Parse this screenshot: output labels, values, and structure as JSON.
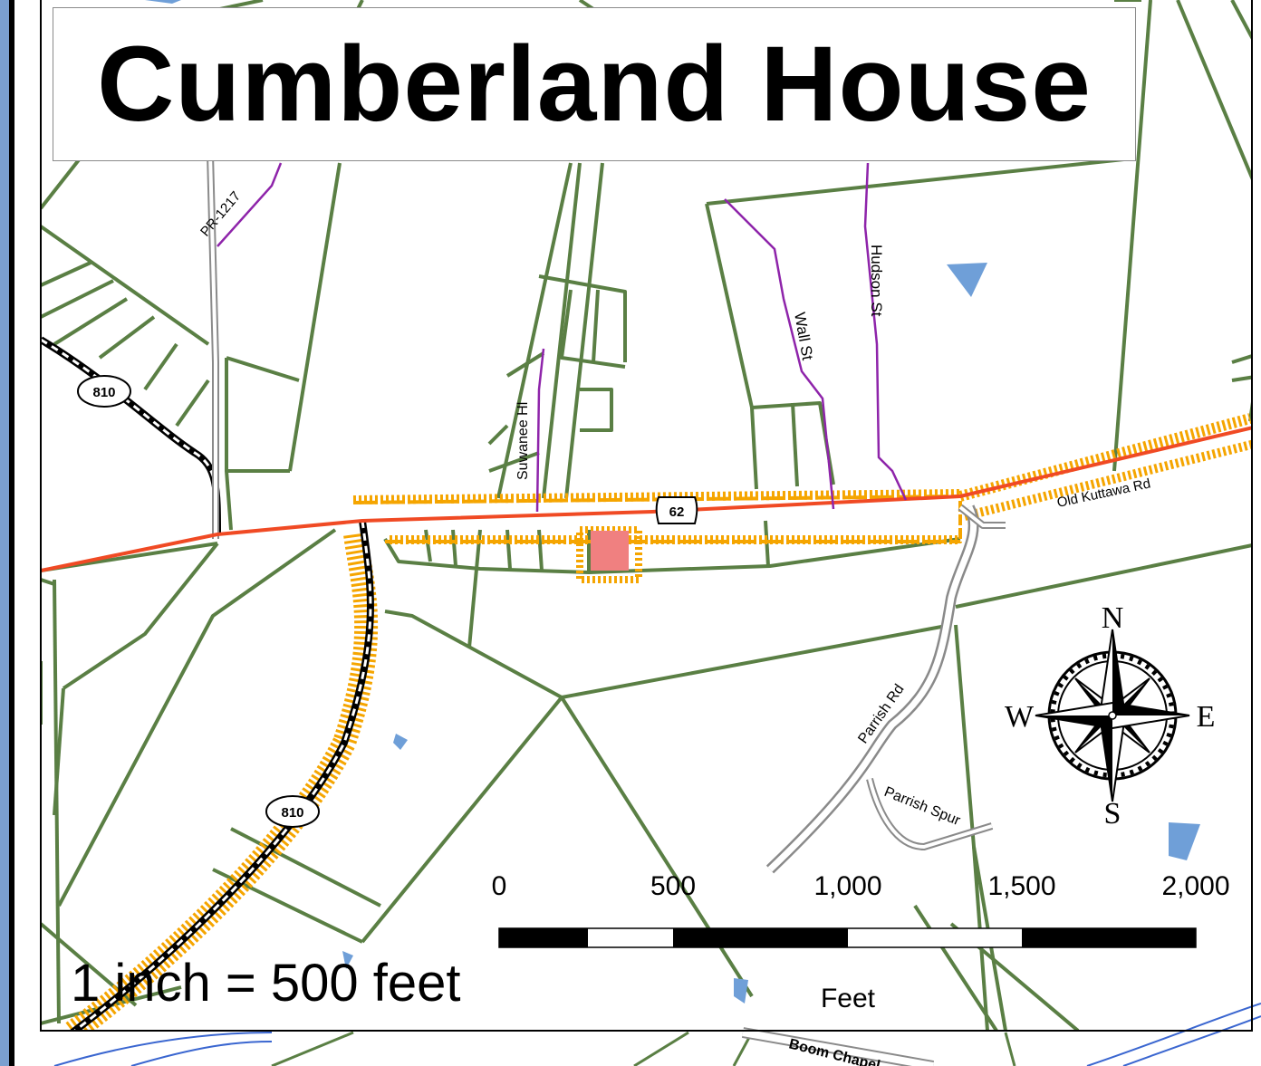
{
  "title": "Cumberland House",
  "scale_text": "1 inch = 500 feet",
  "scale_bar": {
    "ticks": [
      "0",
      "500",
      "1,000",
      "1,500",
      "2,000"
    ],
    "unit": "Feet"
  },
  "compass": {
    "n": "N",
    "s": "S",
    "e": "E",
    "w": "W"
  },
  "roads": {
    "kentucky_810_shield": "810",
    "us_62_shield": "62",
    "pr_1217": "PR-1217",
    "suwanee": "Suwanee Hl",
    "wall": "Wall St",
    "hudson": "Hudson St",
    "old_kuttawa": "Old Kuttawa Rd",
    "parrish_rd": "Parrish Rd",
    "parrish_spur": "Parrish Spur",
    "bottom_road": "Boom Chapel"
  },
  "colors": {
    "parcel": "#5a7f44",
    "us_highway": "#f04a24",
    "buffer": "#f5a500",
    "site": "#f08080",
    "water": "#6f9fd8",
    "local_road": "#8e24aa",
    "left_band": "#7ba0d0"
  }
}
